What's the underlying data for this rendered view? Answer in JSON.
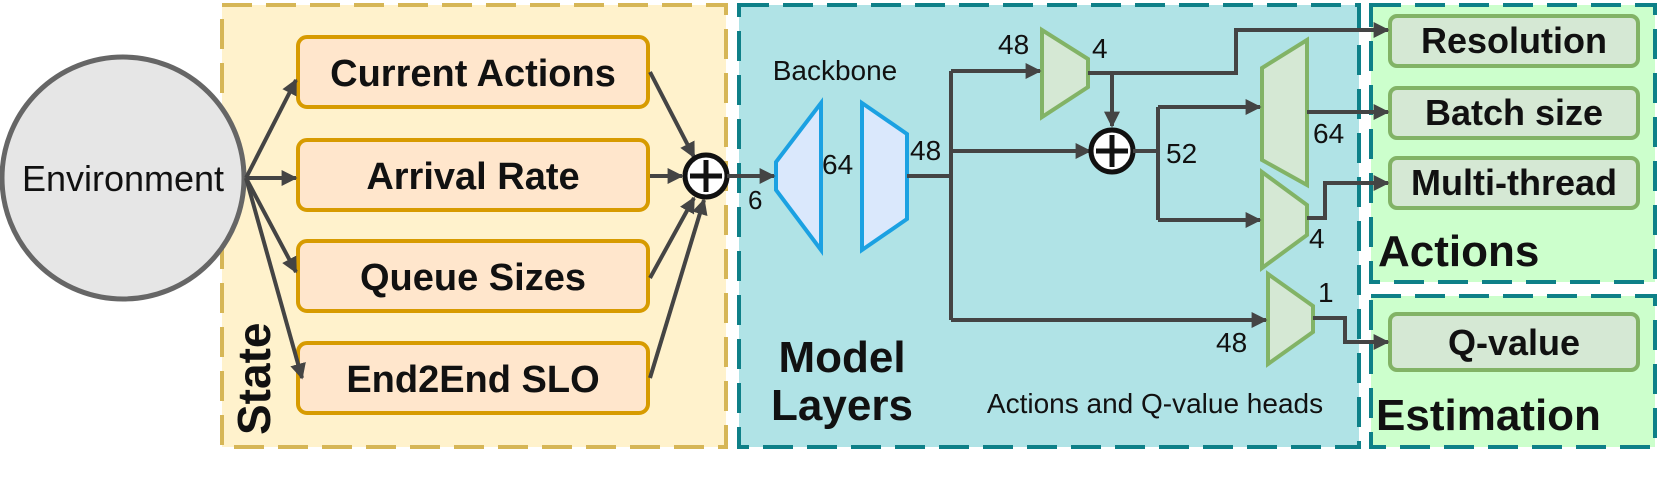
{
  "environment": "Environment",
  "state": {
    "title": "State",
    "inputs": [
      "Current Actions",
      "Arrival Rate",
      "Queue Sizes",
      "End2End SLO"
    ]
  },
  "model": {
    "title_line1": "Model",
    "title_line2": "Layers",
    "backbone": "Backbone",
    "heads_label": "Actions and Q-value heads",
    "dims": {
      "input": "6",
      "backbone_mid": "64",
      "backbone_out": "48",
      "head1_in": "48",
      "head1_out": "4",
      "concat": "52",
      "big_head_out": "64",
      "thread_head_out": "4",
      "q_head_in": "48",
      "q_head_out": "1"
    }
  },
  "actions": {
    "title": "Actions",
    "items": [
      "Resolution",
      "Batch size",
      "Multi-thread"
    ]
  },
  "estimation": {
    "title": "Estimation",
    "item": "Q-value"
  },
  "colors": {
    "state_bg": "#FFF2CC",
    "state_border": "#D6B656",
    "input_fill": "#FFE6CC",
    "input_border": "#D79B00",
    "model_bg": "#B0E3E6",
    "model_border": "#0E8088",
    "backbone_fill": "#DAE8FC",
    "backbone_border": "#1BA1E2",
    "head_fill": "#D5E8D4",
    "head_border": "#82B366",
    "output_bg": "#CCFFCC",
    "env_fill": "#E6E6E6",
    "env_border": "#666666"
  }
}
